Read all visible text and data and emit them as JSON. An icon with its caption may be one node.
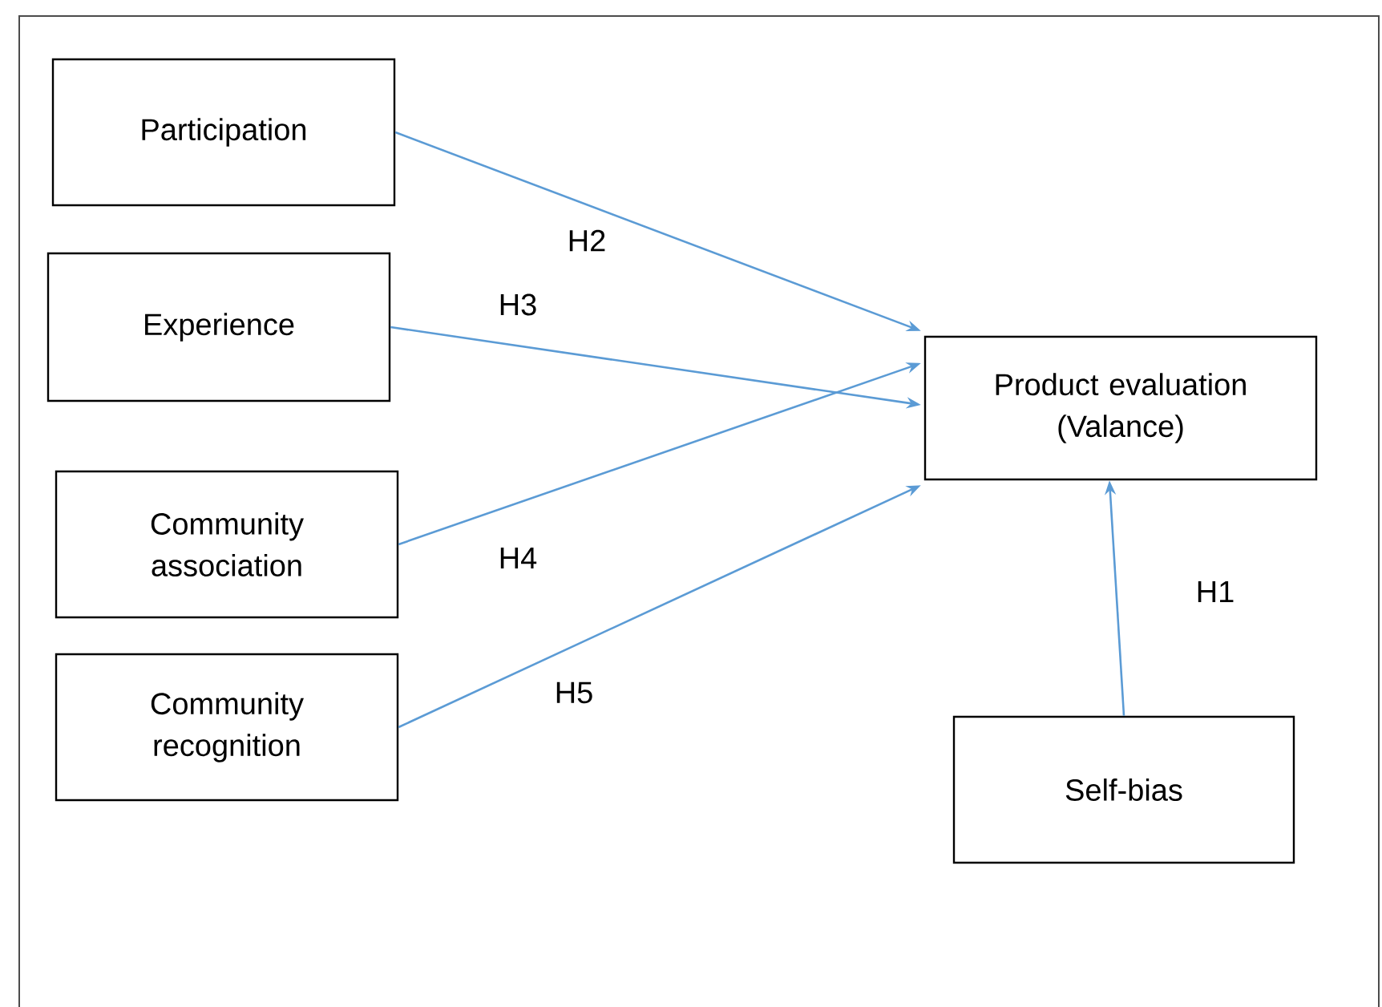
{
  "diagram": {
    "nodes": [
      {
        "text": [
          "Participation"
        ]
      },
      {
        "text": [
          "Experience"
        ]
      },
      {
        "text": [
          "Community association"
        ]
      },
      {
        "text": [
          "Community recognition"
        ]
      },
      {
        "text": [
          "Product evaluation (Valance)"
        ]
      },
      {
        "text": [
          "Self-bias"
        ]
      }
    ],
    "edges": [
      {
        "from": 0,
        "to": 4,
        "arrow": "to",
        "label": "H2"
      },
      {
        "from": 1,
        "to": 4,
        "arrow": "to",
        "label": "H3"
      },
      {
        "from": 2,
        "to": 4,
        "arrow": "to",
        "label": "H4"
      },
      {
        "from": 3,
        "to": 4,
        "arrow": "to",
        "label": "H5"
      },
      {
        "from": 5,
        "to": 4,
        "arrow": "to",
        "label": "H1"
      }
    ]
  }
}
